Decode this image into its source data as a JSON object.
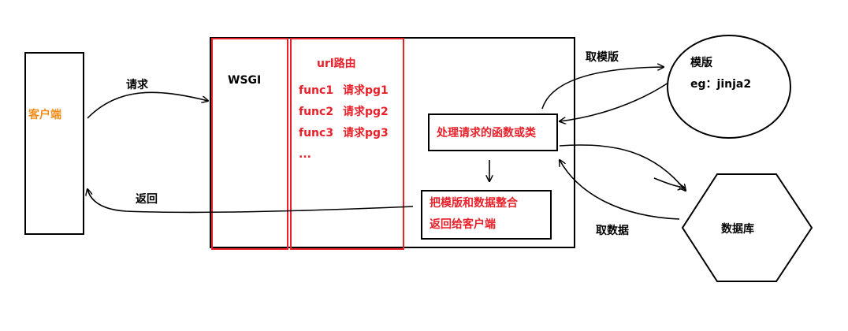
{
  "colors": {
    "ink": "#000000",
    "red": "#e8202a",
    "orange": "#f08c1a"
  },
  "nodes": {
    "client": {
      "label": "客户端"
    },
    "wsgi": {
      "label": "WSGI"
    },
    "router": {
      "title": "url路由",
      "routes": [
        {
          "func": "func1",
          "target": "请求pg1"
        },
        {
          "func": "func2",
          "target": "请求pg2"
        },
        {
          "func": "func3",
          "target": "请求pg3"
        }
      ],
      "more": "..."
    },
    "handler": {
      "label": "处理请求的函数或类"
    },
    "combine": {
      "line1": "把模版和数据整合",
      "line2": "返回给客户端"
    },
    "template": {
      "title": "模版",
      "example": "eg：jinja2"
    },
    "database": {
      "label": "数据库"
    }
  },
  "edges": {
    "request": "请求",
    "response": "返回",
    "get_template": "取模版",
    "get_data": "取数据"
  }
}
